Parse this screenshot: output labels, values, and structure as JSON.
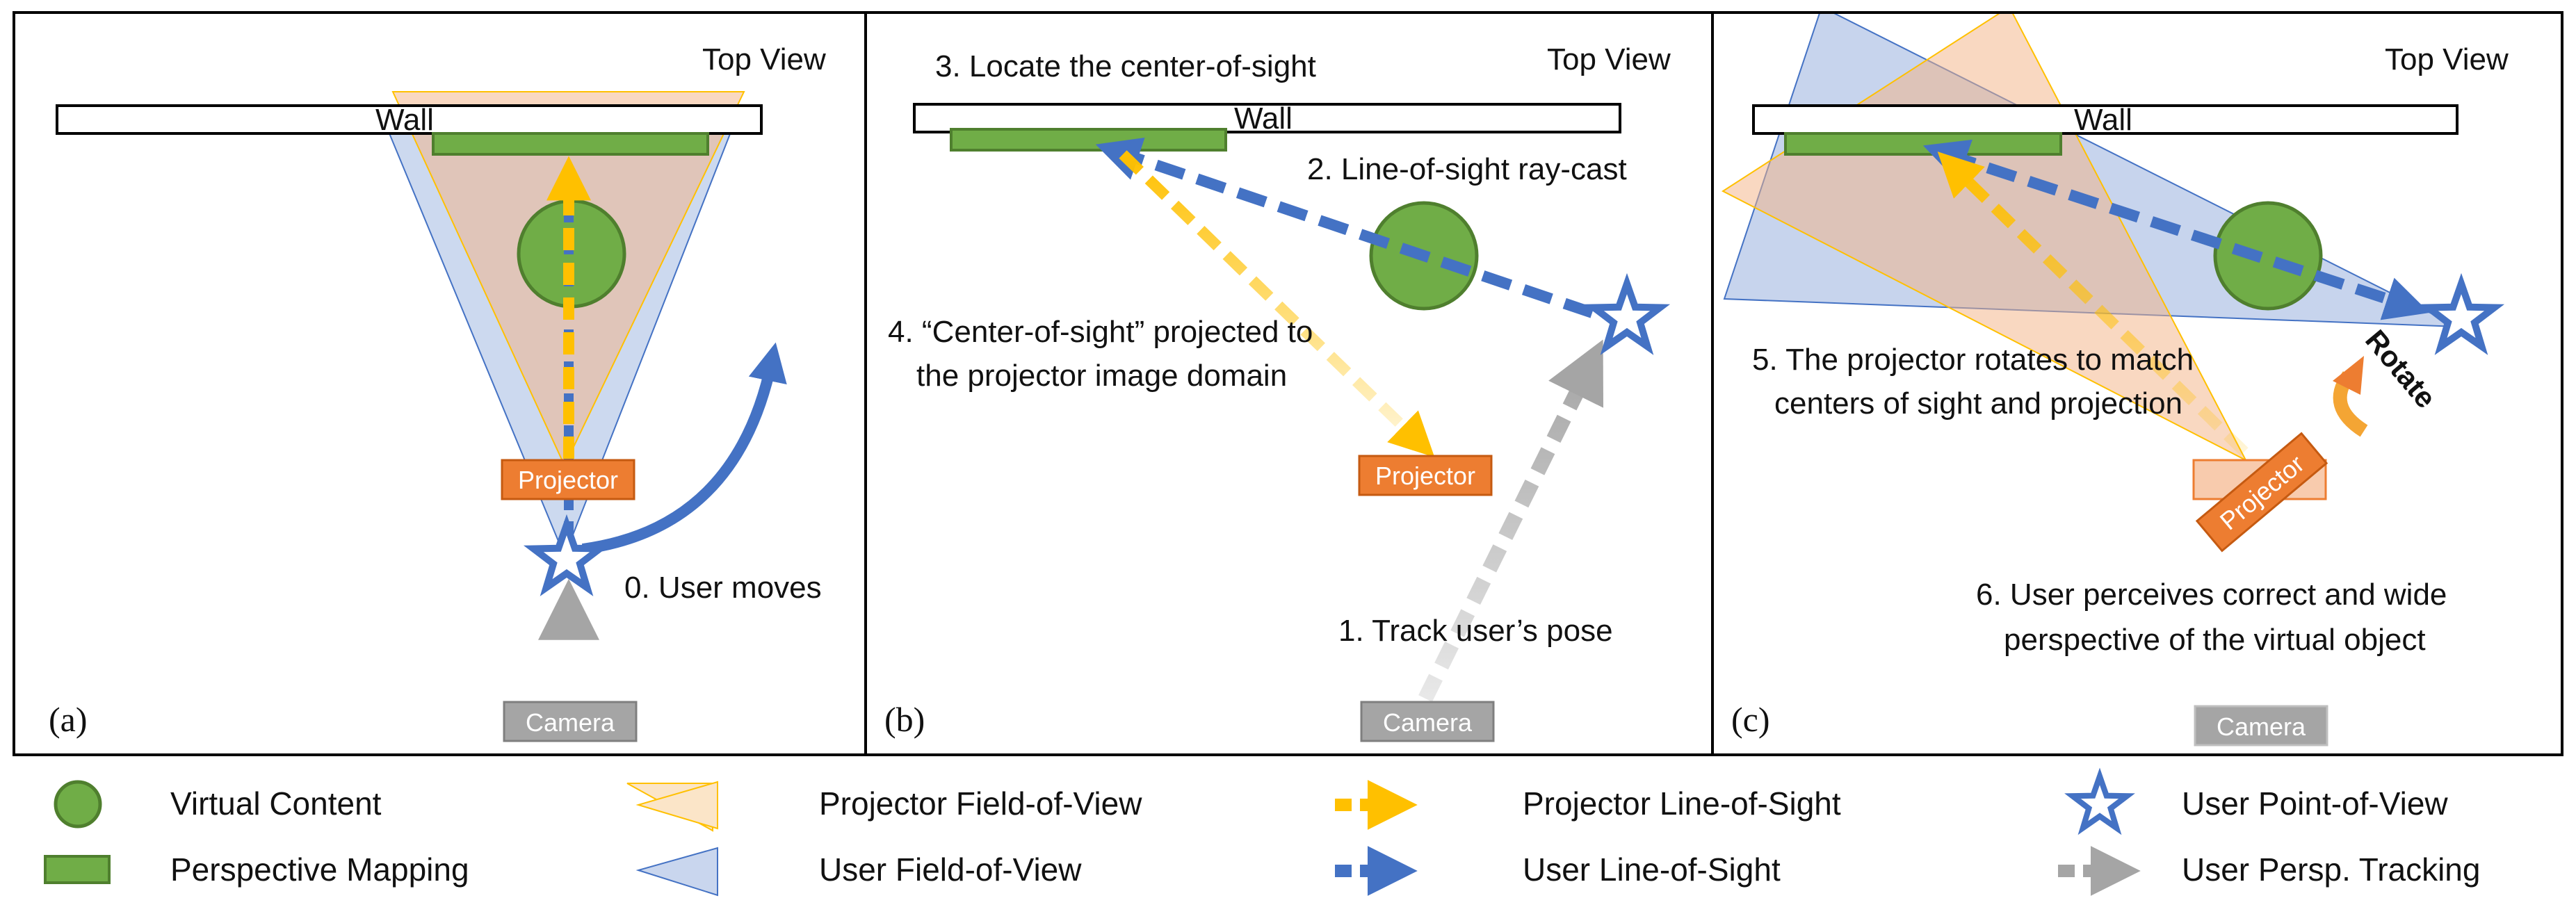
{
  "panels": [
    {
      "id": "a",
      "caption": "(a)",
      "top_view": "Top View",
      "wall": "Wall",
      "projector": "Projector",
      "camera": "Camera",
      "annotations": [
        "0. User moves"
      ]
    },
    {
      "id": "b",
      "caption": "(b)",
      "top_view": "Top View",
      "wall": "Wall",
      "projector": "Projector",
      "camera": "Camera",
      "annotations": [
        "3. Locate the center-of-sight",
        "2. Line-of-sight ray-cast",
        "4. “Center-of-sight” projected to",
        "the projector image domain",
        "1. Track user’s pose"
      ]
    },
    {
      "id": "c",
      "caption": "(c)",
      "top_view": "Top View",
      "wall": "Wall",
      "projector": "Projector",
      "camera": "Camera",
      "rotate": "Rotate",
      "annotations": [
        "5. The projector rotates to match",
        "centers of sight and projection",
        "6. User perceives correct and wide",
        "perspective of the virtual object"
      ]
    }
  ],
  "legend": [
    {
      "symbol": "green-circle",
      "label": "Virtual Content"
    },
    {
      "symbol": "green-rect",
      "label": "Perspective Mapping"
    },
    {
      "symbol": "orange-triangle",
      "label": "Projector Field-of-View"
    },
    {
      "symbol": "blue-triangle",
      "label": "User Field-of-View"
    },
    {
      "symbol": "yellow-dashed-arrow",
      "label": "Projector Line-of-Sight"
    },
    {
      "symbol": "blue-dashed-arrow",
      "label": "User Line-of-Sight"
    },
    {
      "symbol": "blue-star",
      "label": "User Point-of-View"
    },
    {
      "symbol": "gray-dashed-arrow",
      "label": "User Persp. Tracking"
    }
  ],
  "colors": {
    "green": "#70ad47",
    "green_dark": "#4f7f2e",
    "orange": "#ed7d31",
    "orange_light": "#f8cbad",
    "yellow": "#ffc000",
    "blue": "#4472c4",
    "blue_fov": "#8faadc",
    "fov_orange": "#f4b183",
    "gray": "#a5a5a5"
  }
}
